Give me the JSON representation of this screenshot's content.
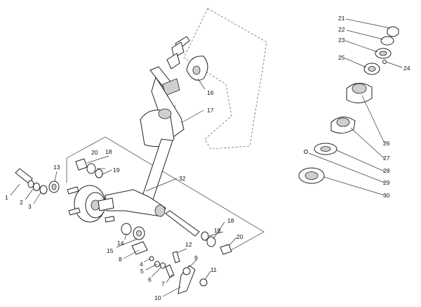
{
  "callouts": [
    "1",
    "2",
    "3",
    "4",
    "5",
    "6",
    "7",
    "8",
    "9",
    "10",
    "11",
    "12",
    "13",
    "14",
    "15",
    "16",
    "17",
    "18",
    "18",
    "19",
    "19",
    "20",
    "20",
    "21",
    "22",
    "23",
    "24",
    "25",
    "26",
    "27",
    "28",
    "29",
    "30",
    "32"
  ]
}
